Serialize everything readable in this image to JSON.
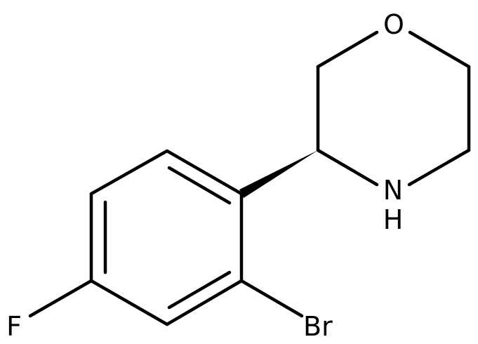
{
  "molecule": {
    "atoms": {
      "oxygen": "O",
      "nitrogen": "N",
      "hydrogen": "H",
      "bromine": "Br",
      "fluorine": "F"
    },
    "stereo_bond": "wedge",
    "colors": {
      "bond": "#000000",
      "label": "#000000",
      "background": "#ffffff"
    }
  }
}
